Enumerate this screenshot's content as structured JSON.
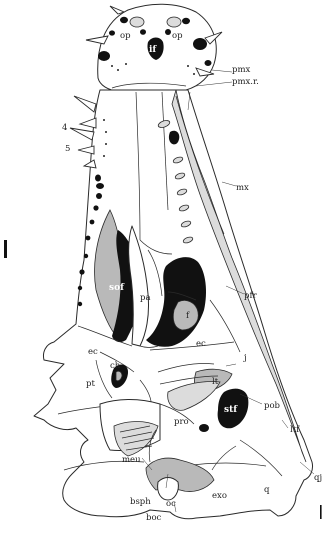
{
  "labels": {
    "op_left": "op",
    "op_right": "op",
    "if": "if",
    "pmx": "pmx",
    "pmx_r": "pmx.r.",
    "tooth_4": "4",
    "tooth_5": "5",
    "mx": "mx",
    "sof": "sof",
    "pa": "pa",
    "f": "f",
    "pfr": "pfr",
    "ec_left": "ec",
    "ec_mid": "ec",
    "j": "j",
    "ch": "ch",
    "pt": "pt",
    "lt": "lt",
    "stf": "stf",
    "pob": "pob",
    "pro": "pro",
    "ltf": "ltf",
    "meu": "meu",
    "qj": "qj",
    "q": "q",
    "exo": "exo",
    "bsph": "bsph",
    "oc": "oc",
    "boc": "boc"
  },
  "colors": {
    "bone_fill": "#ffffff",
    "grey_fill": "#b9b9b9",
    "opening_fill": "#111111"
  }
}
